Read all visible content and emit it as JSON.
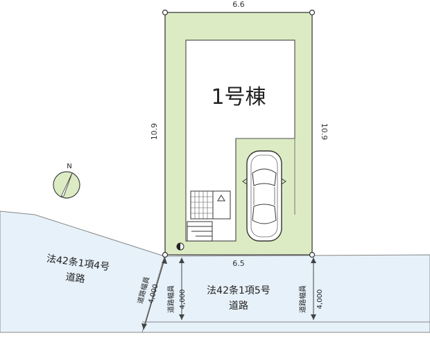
{
  "lot": {
    "width_top": "6.6",
    "width_bottom": "6.5",
    "depth_left": "10.9",
    "depth_right": "10.9"
  },
  "building": {
    "label": "1号棟"
  },
  "compass": {
    "north": "N"
  },
  "roads": {
    "left": {
      "line1": "法42条1項4号",
      "line2": "道路",
      "width_label": "道路幅員",
      "width_value": "4,000"
    },
    "bottom": {
      "line1": "法42条1項5号",
      "line2": "道路",
      "width_label": "道路幅員",
      "width_value": "4,000"
    },
    "right": {
      "width_label": "道路幅員",
      "width_value": "4,000"
    }
  },
  "colors": {
    "lot_fill": "#dcebc3",
    "road_fill": "#e6f1f9",
    "line": "#555555"
  }
}
